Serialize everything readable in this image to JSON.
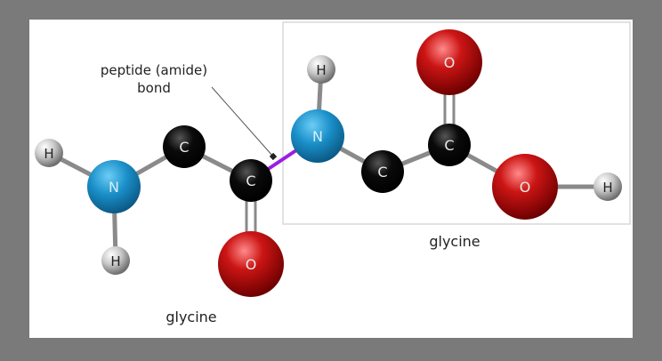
{
  "label_bond_line1": "peptide (amide)",
  "label_bond_line2": "bond",
  "label_glycine_left": "glycine",
  "label_glycine_right": "glycine",
  "atoms": {
    "H": "H",
    "N": "N",
    "C": "C",
    "O": "O"
  },
  "colors": {
    "H": "#c8c8c8",
    "N": "#1a8fc8",
    "C": "#0a0a0a",
    "O": "#c01010",
    "peptide_bond": "#9b1ee0",
    "bond": "#8a8a8a"
  }
}
